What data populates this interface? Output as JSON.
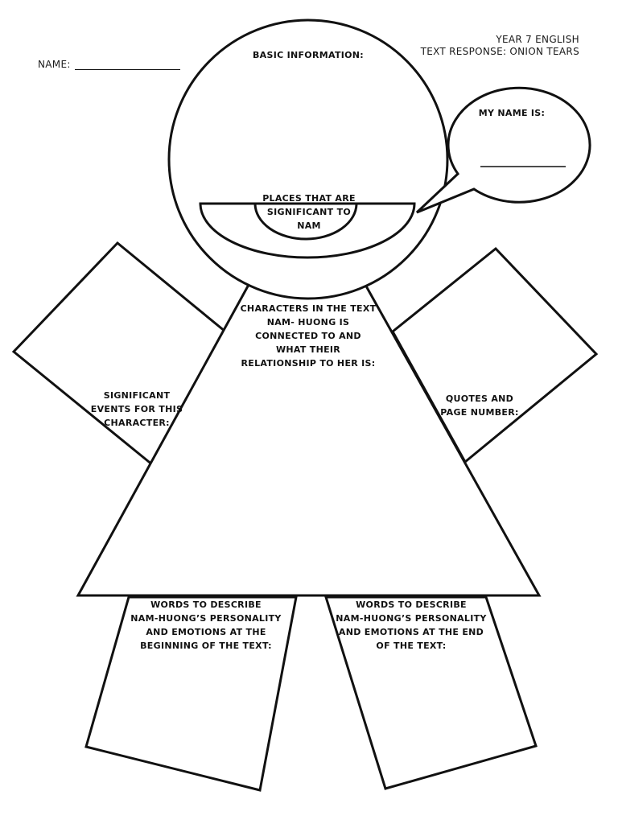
{
  "header": {
    "course": "YEAR 7 ENGLISH",
    "task": "TEXT RESPONSE: ONION TEARS",
    "name_label": "NAME:"
  },
  "head": {
    "label": "BASIC INFORMATION:"
  },
  "mouth": {
    "lines": [
      "PLACES THAT ARE",
      "SIGNIFICANT TO",
      "NAM"
    ]
  },
  "speech_bubble": {
    "label": "MY NAME IS:"
  },
  "body": {
    "lines": [
      "CHARACTERS IN THE TEXT",
      "NAM- HUONG IS",
      "CONNECTED TO AND",
      "WHAT THEIR",
      "RELATIONSHIP TO HER IS:"
    ]
  },
  "left_arm": {
    "lines": [
      "SIGNIFICANT",
      "EVENTS FOR THIS",
      "CHARACTER:"
    ]
  },
  "right_arm": {
    "lines": [
      "QUOTES AND",
      "PAGE NUMBER:"
    ]
  },
  "left_leg": {
    "lines": [
      "WORDS TO DESCRIBE",
      "NAM-HUONG’S PERSONALITY",
      "AND EMOTIONS AT THE",
      "BEGINNING OF THE TEXT:"
    ]
  },
  "right_leg": {
    "lines": [
      "WORDS TO DESCRIBE",
      "NAM-HUONG’S PERSONALITY",
      "AND EMOTIONS AT THE END",
      "OF THE TEXT:"
    ]
  },
  "colors": {
    "ink": "#111111",
    "paper": "#ffffff"
  }
}
